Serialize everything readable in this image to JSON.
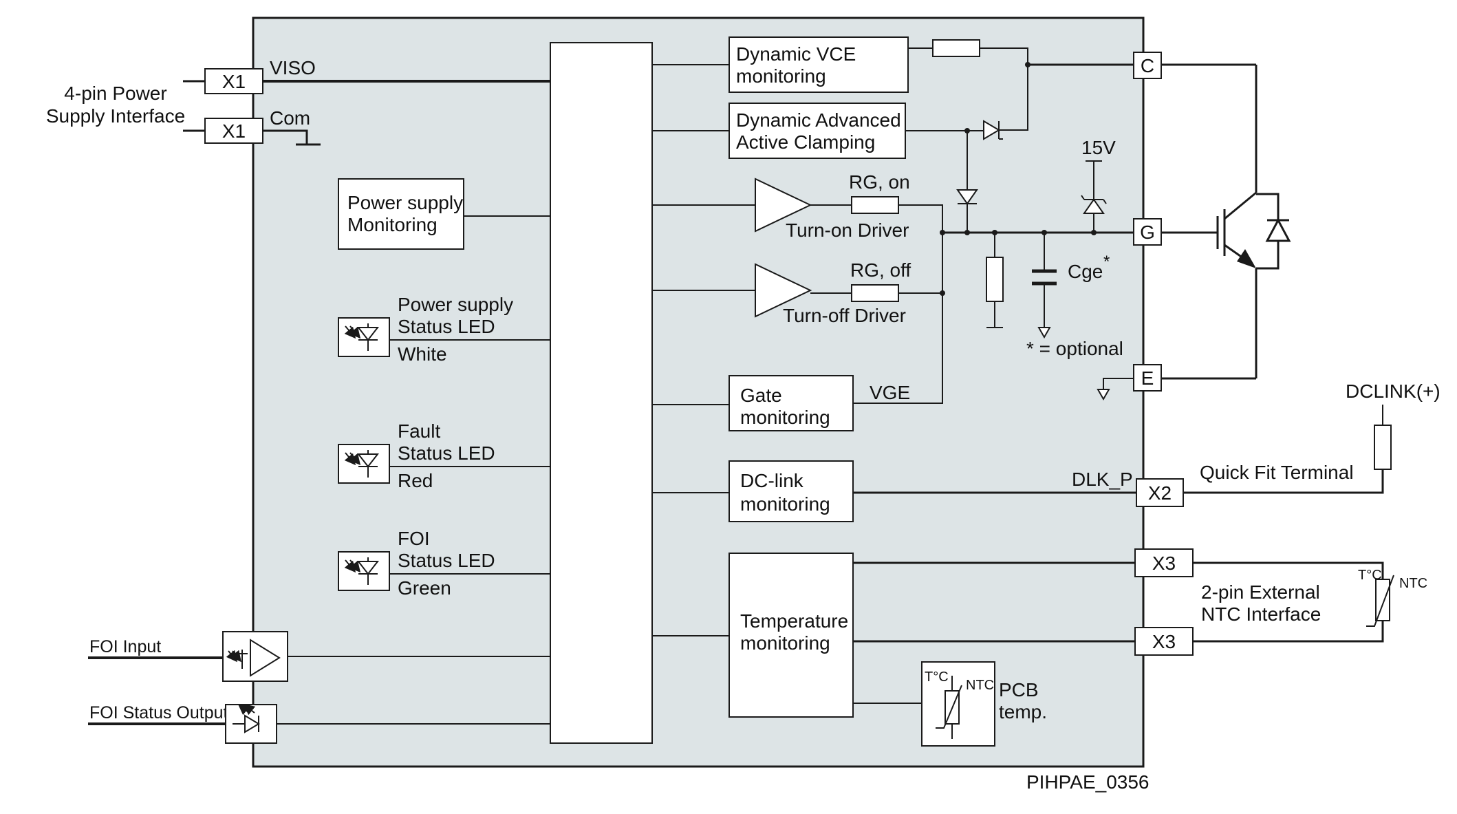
{
  "diagram_id": "PIHPAE_0356",
  "colors": {
    "panel": "#dde4e6",
    "line": "#1a1a1a",
    "box": "#ffffff"
  },
  "power_interface": {
    "label_line1": "4-pin Power",
    "label_line2": "Supply Interface",
    "x1_top": "X1",
    "x1_bottom": "X1",
    "viso": "VISO",
    "com": "Com"
  },
  "blocks": {
    "vce": {
      "line1": "Dynamic VCE",
      "line2": "monitoring"
    },
    "clamp": {
      "line1": "Dynamic Advanced",
      "line2": "Active Clamping"
    },
    "ps_mon": {
      "line1": "Power supply",
      "line2": "Monitoring"
    },
    "gate_mon": {
      "line1": "Gate",
      "line2": "monitoring"
    },
    "dclink_mon": {
      "line1": "DC-link",
      "line2": "monitoring"
    },
    "temp_mon": {
      "line1": "Temperature",
      "line2": "monitoring"
    }
  },
  "leds": {
    "ps": {
      "line1": "Power supply",
      "line2": "Status LED",
      "color": "White"
    },
    "fault": {
      "line1": "Fault",
      "line2": "Status LED",
      "color": "Red"
    },
    "foi": {
      "line1": "FOI",
      "line2": "Status LED",
      "color": "Green"
    }
  },
  "drivers": {
    "on_label": "Turn-on Driver",
    "off_label": "Turn-off Driver",
    "rg_on": "RG, on",
    "rg_off": "RG, off"
  },
  "signals": {
    "vge": "VGE",
    "dlk_p": "DLK_P",
    "v15": "15V",
    "cge": "Cge",
    "cge_star": "*",
    "optional_note": "* = optional"
  },
  "terminals": {
    "c": "C",
    "g": "G",
    "e": "E",
    "x2": "X2",
    "x3_top": "X3",
    "x3_bottom": "X3"
  },
  "external": {
    "dclink": "DCLINK(+)",
    "quick_fit": "Quick Fit Terminal",
    "ntc_line1": "2-pin External",
    "ntc_line2": "NTC Interface",
    "ntc_tc": "T°C",
    "ntc": "NTC"
  },
  "pcb_temp": {
    "tc": "T°C",
    "ntc": "NTC",
    "line1": "PCB",
    "line2": "temp."
  },
  "foi": {
    "input": "FOI Input",
    "status_output": "FOI Status Output"
  }
}
